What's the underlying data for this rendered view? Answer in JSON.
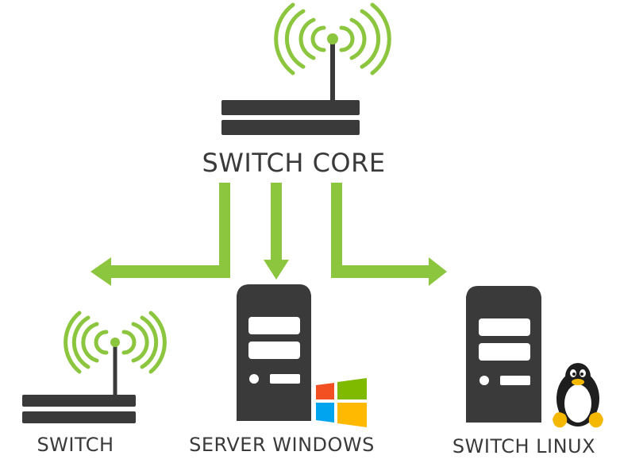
{
  "nodes": {
    "core": {
      "label": "SWITCH CORE",
      "icon": "wireless-router-icon"
    },
    "switch": {
      "label": "SWITCH",
      "icon": "wireless-router-icon"
    },
    "windows_server": {
      "label": "SERVER WINDOWS",
      "icon": "server-tower-icon",
      "badge_icon": "windows-logo-icon"
    },
    "linux": {
      "label": "SWITCH LINUX",
      "icon": "server-tower-icon",
      "badge_icon": "linux-penguin-icon"
    }
  },
  "connections": [
    {
      "from": "core",
      "to": "switch"
    },
    {
      "from": "core",
      "to": "windows_server"
    },
    {
      "from": "core",
      "to": "linux"
    }
  ],
  "colors": {
    "accent": "#8cc63f",
    "device": "#3a3a3a",
    "text": "#3a3a3a",
    "windows_red": "#f25022",
    "windows_green": "#7fba00",
    "windows_blue": "#00a4ef",
    "windows_yellow": "#ffb900",
    "penguin_beak": "#f5b800"
  }
}
